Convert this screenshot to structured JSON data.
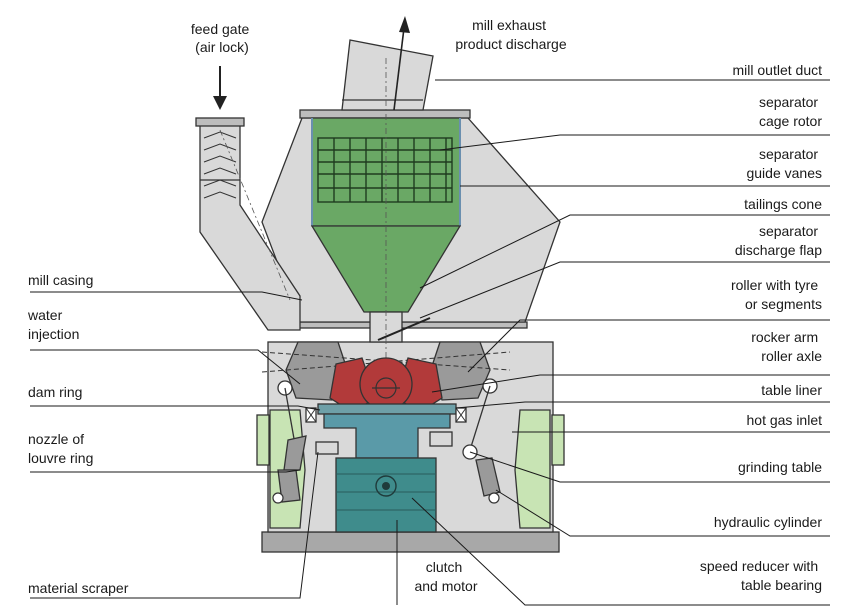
{
  "labels": {
    "feed_gate": [
      "feed gate",
      "(air lock)"
    ],
    "mill_exhaust": [
      "mill exhaust",
      "product discharge"
    ],
    "mill_outlet_duct": [
      "mill outlet duct"
    ],
    "separator_cage_rotor": [
      "separator",
      "cage rotor"
    ],
    "separator_guide_vanes": [
      "separator",
      "guide vanes"
    ],
    "tailings_cone": [
      "tailings cone"
    ],
    "separator_discharge_flap": [
      "separator",
      "discharge flap"
    ],
    "mill_casing": [
      "mill casing"
    ],
    "roller_with_tyre": [
      "roller with tyre",
      "or segments"
    ],
    "water_injection": [
      "water",
      "injection"
    ],
    "rocker_arm": [
      "rocker arm",
      "roller axle"
    ],
    "dam_ring": [
      "dam ring"
    ],
    "table_liner": [
      "table liner"
    ],
    "hot_gas_inlet": [
      "hot gas inlet"
    ],
    "nozzle_louvre": [
      "nozzle of",
      "louvre ring"
    ],
    "grinding_table": [
      "grinding table"
    ],
    "hydraulic_cylinder": [
      "hydraulic cylinder"
    ],
    "speed_reducer": [
      "speed reducer with",
      "table bearing"
    ],
    "material_scraper": [
      "material scraper"
    ],
    "clutch_motor": [
      "clutch",
      "and motor"
    ]
  },
  "colors": {
    "casing": "#d9d9d9",
    "separator": "#6aa865",
    "roller": "#b23a3a",
    "gearbox": "#3f8c8c",
    "louvre": "#c8e4b4",
    "base": "#a8a8a8",
    "outline": "#333333"
  }
}
